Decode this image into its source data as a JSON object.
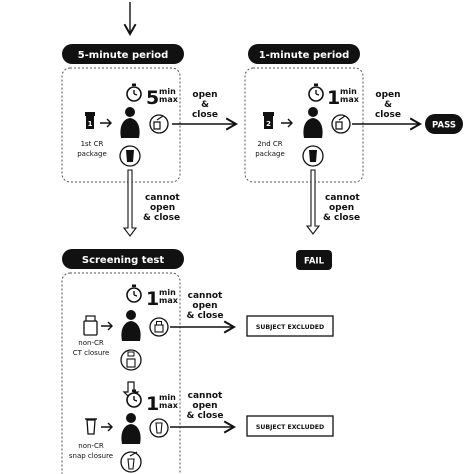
{
  "headers": {
    "period5": "5-minute period",
    "period1": "1-minute period",
    "screening": "Screening test"
  },
  "timers": {
    "five_num": "5",
    "one_num": "1",
    "min": "min",
    "max": "max"
  },
  "packages": {
    "first_number": "1",
    "first_label_line1": "1st CR",
    "first_label_line2": "package",
    "second_number": "2",
    "second_label_line1": "2nd CR",
    "second_label_line2": "package",
    "ct_label_line1": "non-CR",
    "ct_label_line2": "CT closure",
    "snap_label_line1": "non-CR",
    "snap_label_line2": "snap closure"
  },
  "actions": {
    "open_close": [
      "open",
      "&",
      "close"
    ],
    "cannot": [
      "cannot",
      "open",
      "& close"
    ],
    "cannot_stack": [
      "cannot",
      "open",
      "& close"
    ]
  },
  "results": {
    "pass": "PASS",
    "fail": "FAIL",
    "excluded": "SUBJECT EXCLUDED"
  },
  "colors": {
    "ink": "#111111",
    "pill": "#111111",
    "pill_text": "#ffffff",
    "dash": "#555555"
  }
}
